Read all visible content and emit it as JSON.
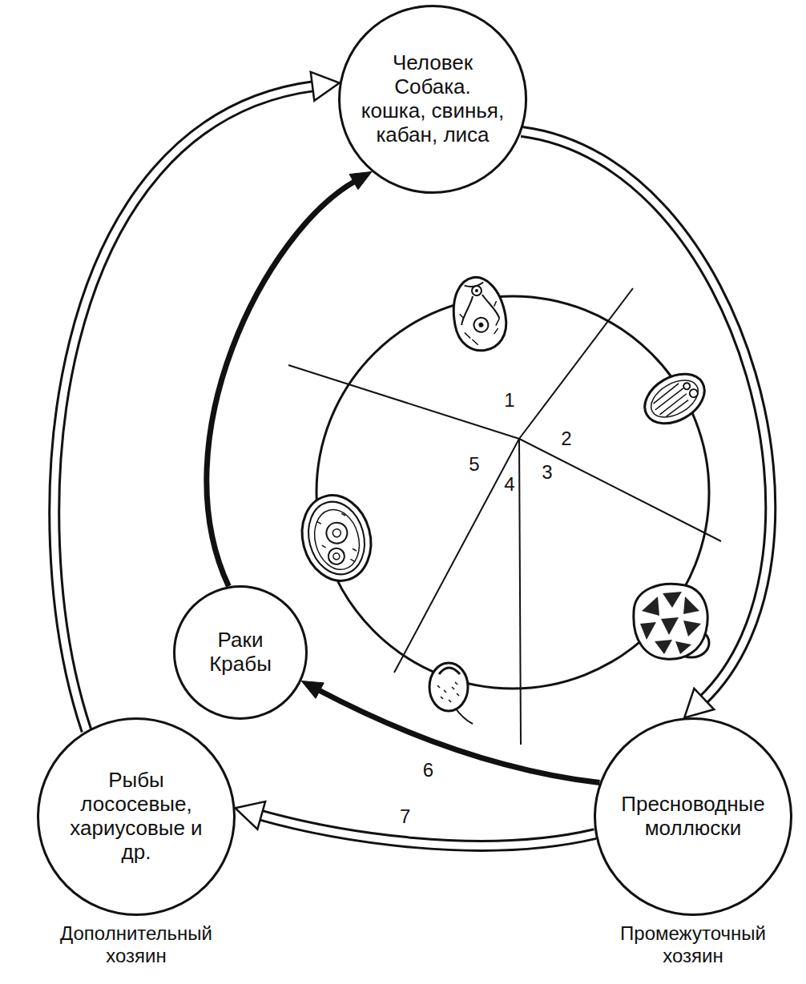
{
  "diagram": {
    "nodes": [
      {
        "text": [
          "Человек Собака. кошка, свинья, кабан, лиса"
        ]
      },
      {
        "text": [
          "Раки Крабы"
        ]
      },
      {
        "text": [
          "Рыбы лососевые, хариусовые и др.",
          "Дополнительный хозяин"
        ]
      },
      {
        "text": [
          "Пресноводные моллюски",
          "Промежуточный хозяин"
        ]
      }
    ],
    "edges": [
      {
        "from": 0,
        "to": 3,
        "arrow": "to"
      },
      {
        "from": 3,
        "to": 1,
        "label": "6",
        "arrow": "to"
      },
      {
        "from": 3,
        "to": 2,
        "label": "7",
        "arrow": "to"
      },
      {
        "from": 1,
        "to": 0,
        "arrow": "to"
      },
      {
        "from": 2,
        "to": 0,
        "arrow": "to"
      }
    ],
    "labels": [
      "1",
      "2",
      "3",
      "4",
      "5"
    ]
  }
}
